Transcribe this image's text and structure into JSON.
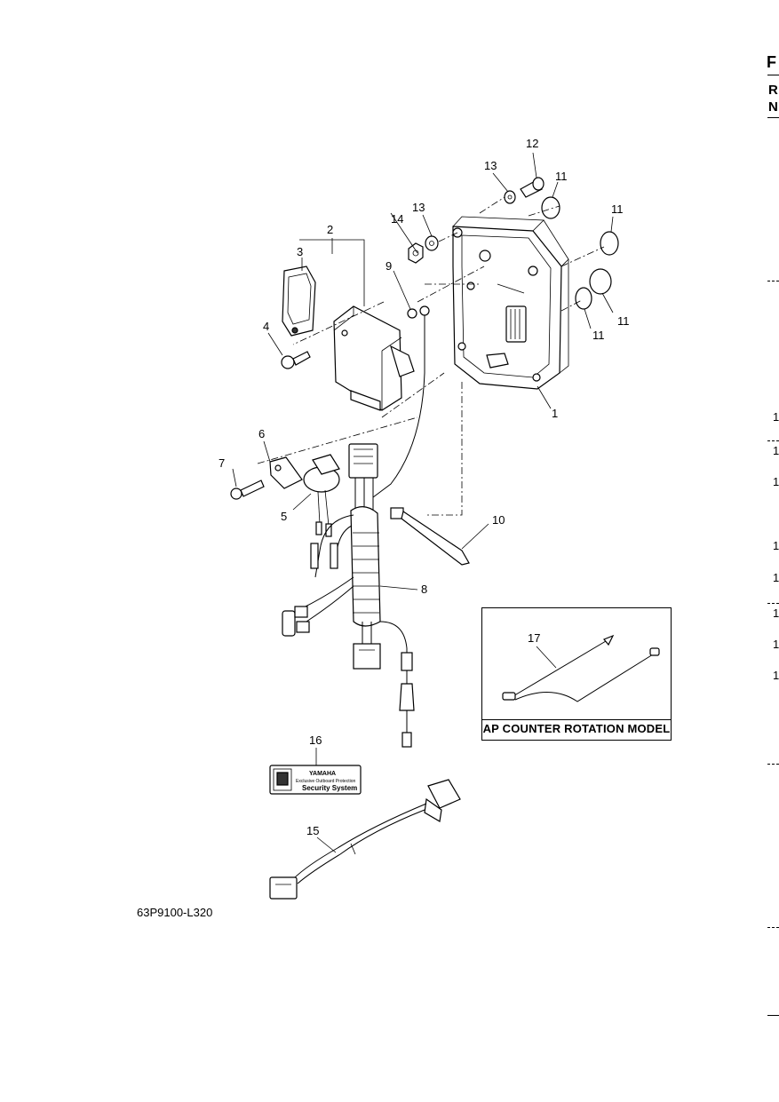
{
  "callouts": {
    "c1": "1",
    "c2": "2",
    "c3": "3",
    "c4": "4",
    "c5": "5",
    "c6": "6",
    "c7": "7",
    "c8": "8",
    "c9": "9",
    "c10": "10",
    "c11a": "11",
    "c11b": "11",
    "c11c": "11",
    "c11d": "11",
    "c12": "12",
    "c13a": "13",
    "c13b": "13",
    "c14": "14",
    "c15": "15",
    "c16": "16",
    "c17": "17"
  },
  "inset": {
    "caption": "AP COUNTER ROTATION MODEL"
  },
  "decal": {
    "brand": "YAMAHA",
    "subtitle": "Exclusive Outboard Protection",
    "system": "Security System"
  },
  "footer": {
    "part_code": "63P9100-L320"
  },
  "edge": {
    "letter_f": "F",
    "letter_r": "R",
    "letter_n": "N",
    "numbers": [
      "1",
      "1",
      "1",
      "1",
      "1",
      "1",
      "1",
      "1"
    ]
  }
}
